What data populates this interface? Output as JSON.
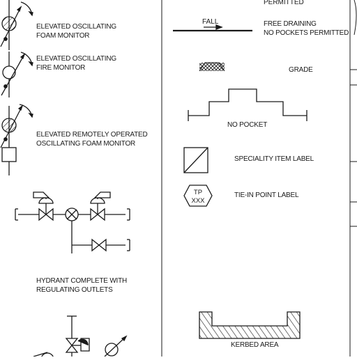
{
  "legend": {
    "top_right_fragment": "PERMITTED",
    "foam_monitor": [
      "ELEVATED OSCILLATING",
      "FOAM MONITOR"
    ],
    "fire_monitor": [
      "ELEVATED OSCILLATING",
      "FIRE MONITOR"
    ],
    "remote_foam_monitor": [
      "ELEVATED REMOTELY OPERATED",
      "OSCILLATING FOAM MONITOR"
    ],
    "hydrant": [
      "HYDRANT COMPLETE WITH",
      "REGULATING OUTLETS"
    ],
    "fall_tag": "FALL",
    "free_draining": [
      "FREE DRAINING",
      "NO POCKETS PERMITTED"
    ],
    "grade": "GRADE",
    "no_pocket": "NO POCKET",
    "speciality_item": "SPECIALITY ITEM LABEL",
    "tie_in_tag": [
      "TP",
      "XXX"
    ],
    "tie_in_point": "TIE-IN POINT LABEL",
    "kerbed_area": "KERBED AREA"
  }
}
